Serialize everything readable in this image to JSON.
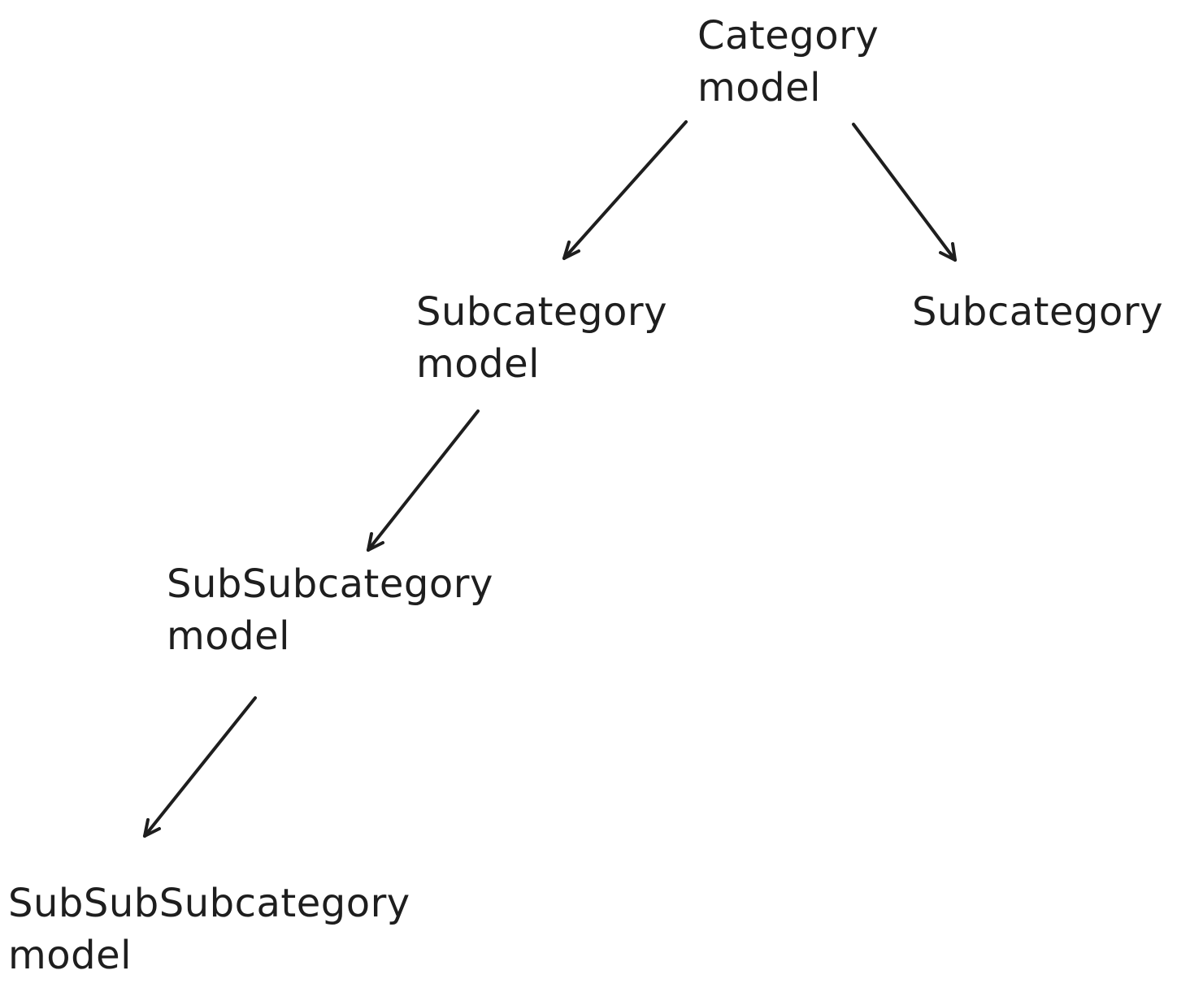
{
  "diagram": {
    "nodes": [
      {
        "id": "category",
        "lines": [
          "Category",
          "model"
        ]
      },
      {
        "id": "subcategory-model",
        "lines": [
          "Subcategory",
          "model"
        ]
      },
      {
        "id": "subcategory",
        "lines": [
          "Subcategory"
        ]
      },
      {
        "id": "subsubcategory-model",
        "lines": [
          "SubSubcategory",
          "model"
        ]
      },
      {
        "id": "subsubsubcategory-model",
        "lines": [
          "SubSubSubcategory",
          "model"
        ]
      }
    ],
    "edges": [
      {
        "from": "category",
        "to": "subcategory-model"
      },
      {
        "from": "category",
        "to": "subcategory"
      },
      {
        "from": "subcategory-model",
        "to": "subsubcategory-model"
      },
      {
        "from": "subsubcategory-model",
        "to": "subsubsubcategory-model"
      }
    ],
    "colors": {
      "ink": "#1e1e1e",
      "background": "#ffffff"
    }
  }
}
